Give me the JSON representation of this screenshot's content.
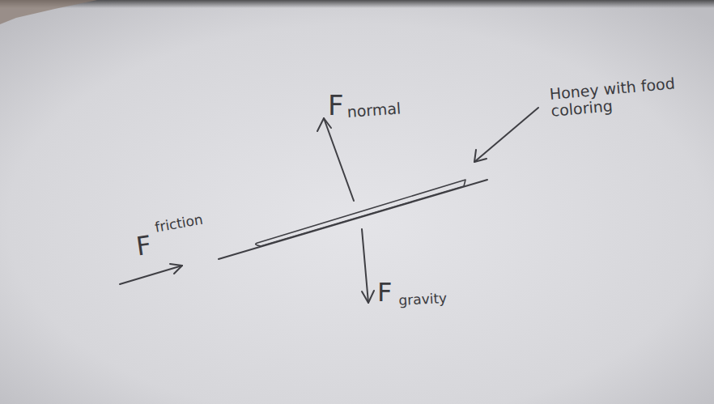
{
  "diagram": {
    "labels": [
      "F",
      "normal",
      "Honey with food coloring",
      "F",
      "friction",
      "F",
      "gravity"
    ]
  }
}
